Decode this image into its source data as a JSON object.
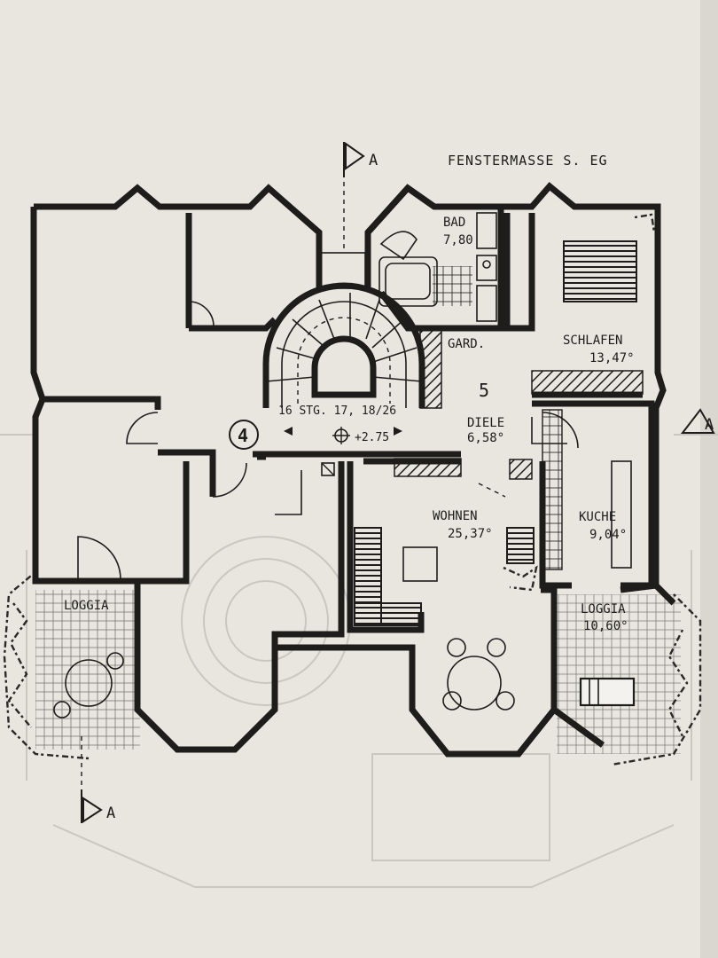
{
  "title": "FENSTERMASSE S. EG",
  "section_marks": {
    "top": "A",
    "right": "A",
    "bottom": "A"
  },
  "unit_number": "5",
  "stair": {
    "number": "4",
    "label": "16 STG. 17, 18/26",
    "level": "+2.75"
  },
  "rooms": {
    "bad": {
      "name": "BAD",
      "area": "7,80"
    },
    "gard": {
      "name": "GARD."
    },
    "schlafen": {
      "name": "SCHLAFEN",
      "area": "13,47°"
    },
    "diele": {
      "name": "DIELE",
      "area": "6,58°"
    },
    "wohnen": {
      "name": "WOHNEN",
      "area": "25,37°"
    },
    "kuche": {
      "name": "KUCHE",
      "area": "9,04°"
    },
    "loggia_left": {
      "name": "LOGGIA"
    },
    "loggia_right": {
      "name": "LOGGIA",
      "area": "10,60°"
    }
  },
  "colors": {
    "paper": "#e6e4dd",
    "ink": "#1e1d1b"
  }
}
